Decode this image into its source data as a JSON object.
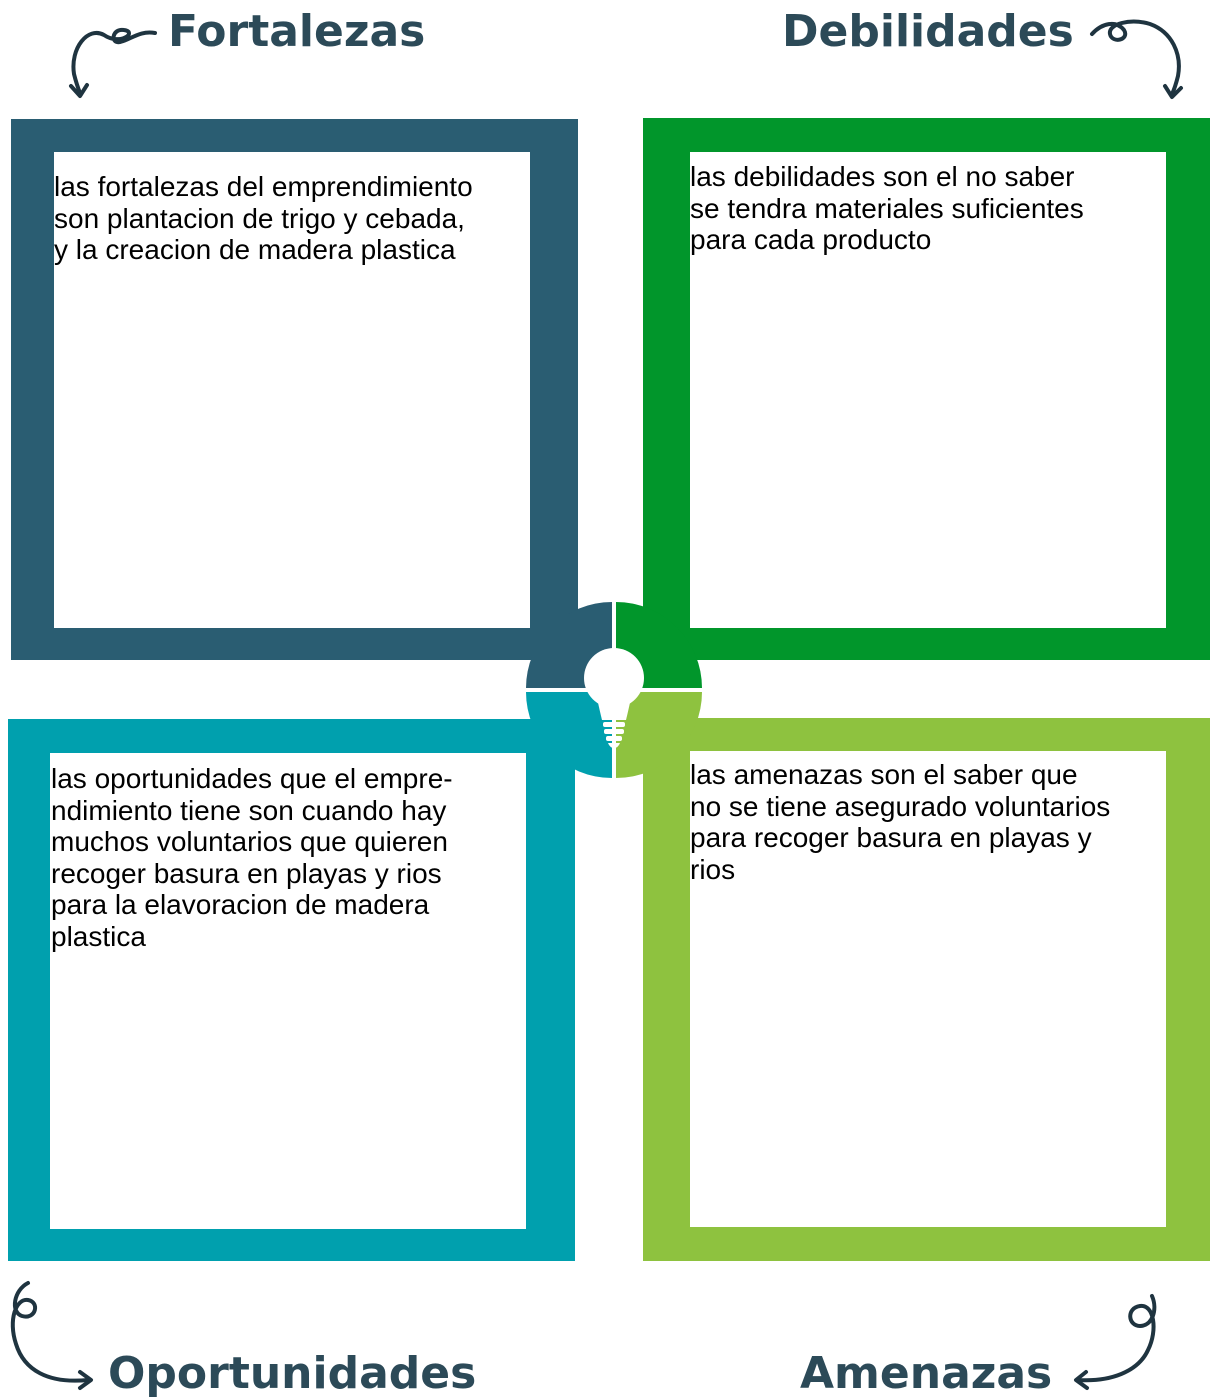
{
  "swot": {
    "strengths": {
      "title": "Fortalezas",
      "text": "las fortalezas del emprendimiento\nson plantacion de trigo y cebada,\ny la creacion de madera plastica",
      "color": "#2a5d72"
    },
    "weaknesses": {
      "title": "Debilidades",
      "text": "las debilidades son el no saber\nse tendra materiales suficientes\npara cada producto",
      "color": "#01962b"
    },
    "opportunities": {
      "title": "Oportunidades",
      "text": "las oportunidades que el empre-\nndimiento tiene son cuando hay\nmuchos voluntarios que quieren\nrecoger basura en playas y rios\npara la elavoracion de madera\nplastica",
      "color": "#00a0ae"
    },
    "threats": {
      "title": "Amenazas",
      "text": "las amenazas son el saber que\nno se tiene asegurado voluntarios\npara recoger basura en playas y\nrios",
      "color": "#8ec23f"
    }
  },
  "colors": {
    "heading": "#2c4a58",
    "arrow": "#1f3440"
  },
  "icons": {
    "center": "lightbulb-icon",
    "arrows": "curly-arrow-icon"
  }
}
